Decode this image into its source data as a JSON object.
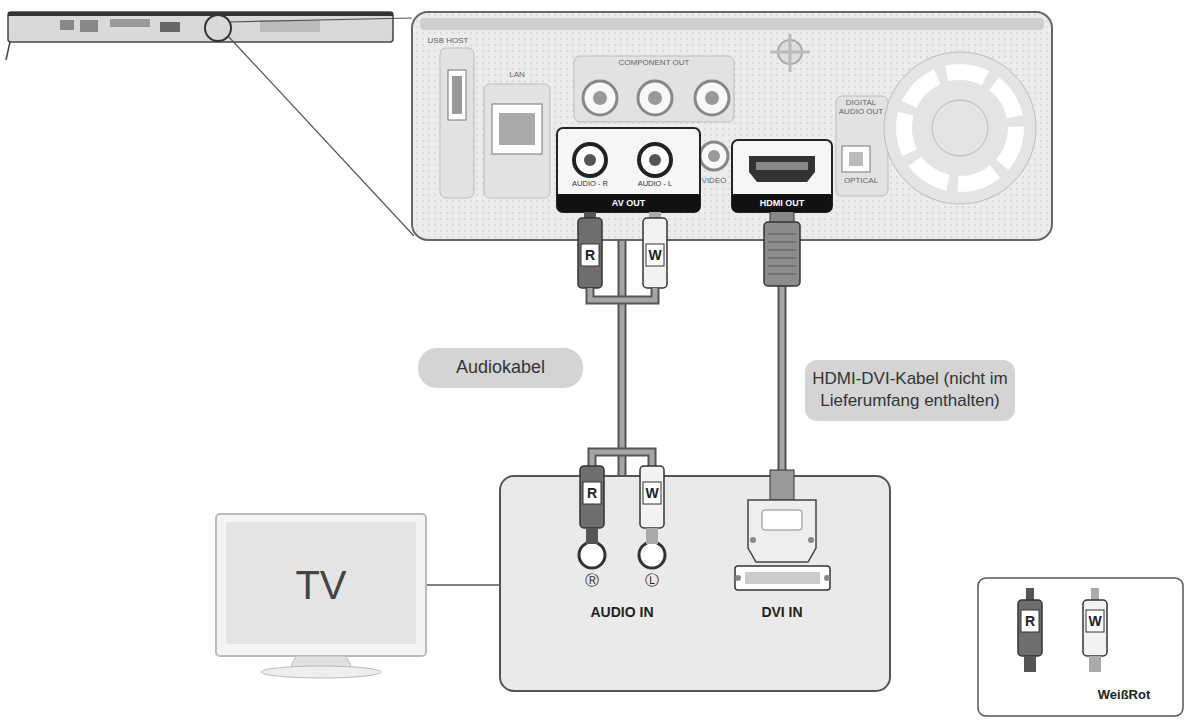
{
  "diagram": {
    "nodes": [
      {
        "text": [
          "USB HOST",
          "LAN",
          "COMPONENT OUT",
          "VIDEO",
          "DIGITAL AUDIO OUT",
          "OPTICAL"
        ]
      },
      {
        "text": [
          "AUDIO - R",
          "AUDIO - L",
          "AV OUT"
        ],
        "in": 0
      },
      {
        "text": [
          "HDMI OUT"
        ],
        "in": 0
      },
      {
        "text": [
          "Audiokabel"
        ]
      },
      {
        "text": [
          "HDMI-DVI-Kabel (nicht im Lieferumfang enthalten)"
        ]
      },
      {
        "text": [
          "TV"
        ]
      },
      {
        "text": [
          "AUDIO IN",
          "DVI IN"
        ]
      }
    ],
    "edges": [
      {
        "from": 1,
        "to": 6,
        "arrow": "none"
      },
      {
        "from": 2,
        "to": 6,
        "arrow": "none"
      },
      {
        "from": 5,
        "to": 6,
        "arrow": "none"
      }
    ],
    "labels": [
      "R",
      "W",
      "R",
      "W",
      "Ⓡ",
      "Ⓛ",
      "R",
      "W"
    ],
    "legend": [
      {
        "text": "WeißRot"
      }
    ]
  }
}
